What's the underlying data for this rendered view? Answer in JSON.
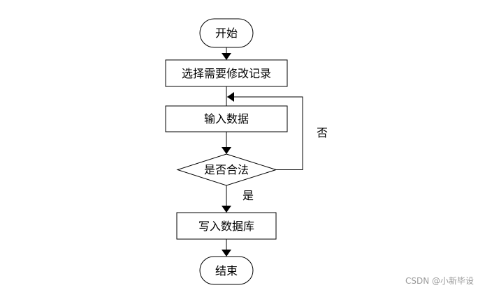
{
  "flowchart": {
    "start": "开始",
    "select_record": "选择需要修改记录",
    "input_data": "输入数据",
    "decision": "是否合法",
    "write_db": "写入数据库",
    "end": "结束",
    "yes_label": "是",
    "no_label": "否"
  },
  "watermark": "CSDN @小新毕设",
  "colors": {
    "stroke": "#000000",
    "background": "#ffffff",
    "watermark": "#999999"
  }
}
